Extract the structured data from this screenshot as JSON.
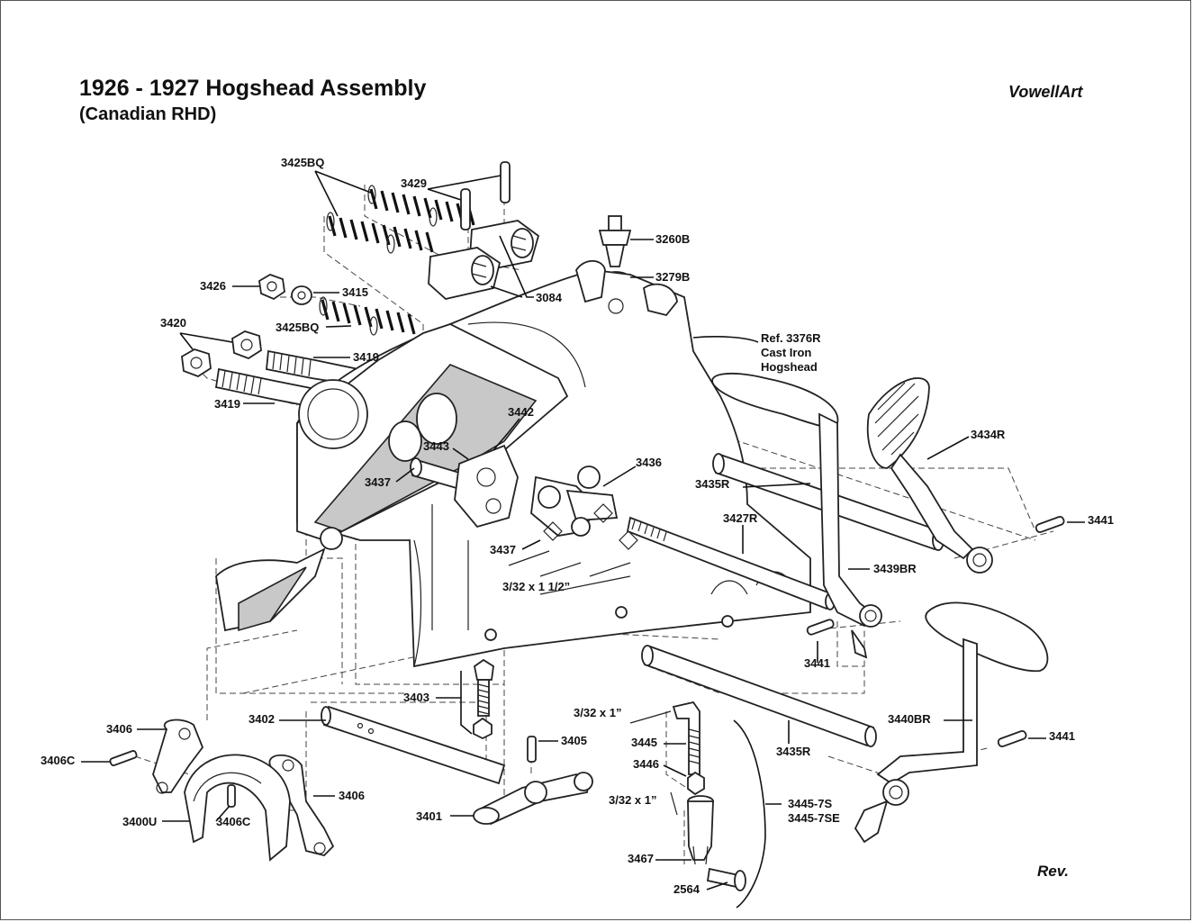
{
  "header": {
    "title": "1926 - 1927 Hogshead Assembly",
    "subtitle": "(Canadian RHD)",
    "brand": "VowellArt",
    "revision": "Rev."
  },
  "callouts": [
    {
      "id": "c1",
      "text": "3425BQ"
    },
    {
      "id": "c2",
      "text": "3429"
    },
    {
      "id": "c3",
      "text": "3260B"
    },
    {
      "id": "c4",
      "text": "3279B"
    },
    {
      "id": "c5",
      "text": "3426"
    },
    {
      "id": "c6",
      "text": "3415"
    },
    {
      "id": "c7",
      "text": "3084"
    },
    {
      "id": "c8",
      "text": "3425BQ"
    },
    {
      "id": "c9",
      "text": "3420"
    },
    {
      "id": "c10",
      "text": "3419"
    },
    {
      "id": "c11",
      "text": "3419"
    },
    {
      "id": "c12",
      "text": "Ref. 3376R"
    },
    {
      "id": "c13",
      "text": "Cast Iron"
    },
    {
      "id": "c14",
      "text": "Hogshead"
    },
    {
      "id": "c15",
      "text": "3434R"
    },
    {
      "id": "c16",
      "text": "3442"
    },
    {
      "id": "c17",
      "text": "3443"
    },
    {
      "id": "c18",
      "text": "3436"
    },
    {
      "id": "c19",
      "text": "3437"
    },
    {
      "id": "c20",
      "text": "3435R"
    },
    {
      "id": "c21",
      "text": "3427R"
    },
    {
      "id": "c22",
      "text": "3441"
    },
    {
      "id": "c23",
      "text": "3437"
    },
    {
      "id": "c24",
      "text": "3439BR"
    },
    {
      "id": "c25",
      "text": "3/32 x 1 1/2”"
    },
    {
      "id": "c26",
      "text": "3441"
    },
    {
      "id": "c27",
      "text": "3403"
    },
    {
      "id": "c28",
      "text": "3402"
    },
    {
      "id": "c29",
      "text": "3/32 x 1”"
    },
    {
      "id": "c30",
      "text": "3440BR"
    },
    {
      "id": "c31",
      "text": "3406"
    },
    {
      "id": "c32",
      "text": "3405"
    },
    {
      "id": "c33",
      "text": "3445"
    },
    {
      "id": "c34",
      "text": "3435R"
    },
    {
      "id": "c35",
      "text": "3441"
    },
    {
      "id": "c36",
      "text": "3406C"
    },
    {
      "id": "c37",
      "text": "3446"
    },
    {
      "id": "c38",
      "text": "3406"
    },
    {
      "id": "c39",
      "text": "3/32 x 1”"
    },
    {
      "id": "c40",
      "text": "3445-7S"
    },
    {
      "id": "c41",
      "text": "3445-7SE"
    },
    {
      "id": "c42",
      "text": "3401"
    },
    {
      "id": "c43",
      "text": "3400U"
    },
    {
      "id": "c44",
      "text": "3406C"
    },
    {
      "id": "c45",
      "text": "3467"
    },
    {
      "id": "c46",
      "text": "2564"
    }
  ]
}
